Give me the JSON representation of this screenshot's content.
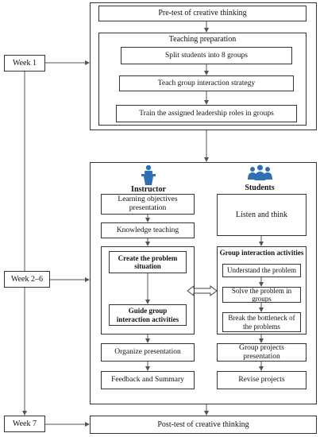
{
  "weeks": {
    "week1": "Week 1",
    "week2_6": "Week 2–6",
    "week7": "Week 7"
  },
  "top": {
    "pretest": "Pre-test of creative thinking",
    "teaching_preparation": "Teaching preparation",
    "split": "Split students into 8 groups",
    "teach_strategy": "Teach group interaction strategy",
    "train_roles": "Train the assigned  leadership roles in groups"
  },
  "instructor": {
    "title": "Instructor",
    "icon": "podium-person-icon",
    "learning_objectives": "Learning objectives presentation",
    "knowledge_teaching": "Knowledge teaching",
    "create_problem": "Create the problem situation",
    "guide_group": "Guide group interaction  activities",
    "organize": "Organize presentation",
    "feedback": "Feedback and Summary"
  },
  "students": {
    "title": "Students",
    "icon": "group-people-icon",
    "listen": "Listen and think",
    "group_activities": "Group interaction  activities",
    "understand": "Understand the problem",
    "solve": "Solve the problem in groups",
    "bottleneck": "Break the bottleneck of the problems",
    "group_projects": "Group projects presentation",
    "revise": "Revise projects"
  },
  "bottom": {
    "posttest": "Post-test of creative thinking"
  },
  "colors": {
    "icon_blue": "#2f6fb3",
    "line": "#555555"
  }
}
